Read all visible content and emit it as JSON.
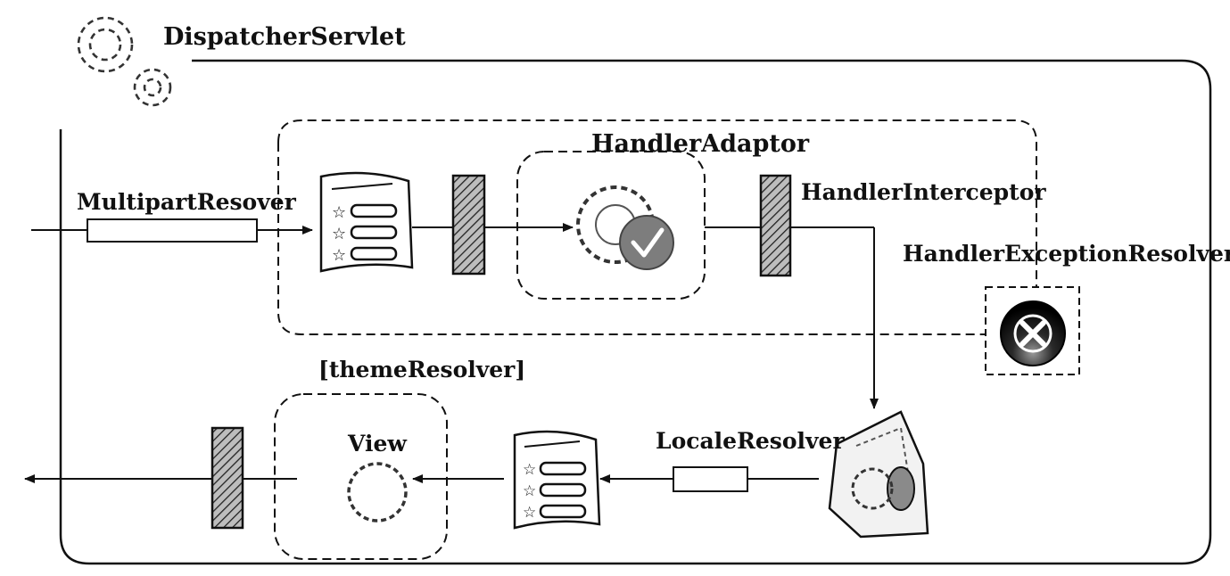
{
  "diagram": {
    "title": "DispatcherServlet",
    "labels": {
      "handler_adaptor": "HandlerAdaptor",
      "multipart_resolver": "MultipartResover",
      "handler_interceptor": "HandlerInterceptor",
      "handler_exception_resolver": "HandlerExceptionResolver",
      "theme_resolver": "[themeResolver]",
      "view": "View",
      "locale_resolver": "LocaleResolver"
    }
  }
}
